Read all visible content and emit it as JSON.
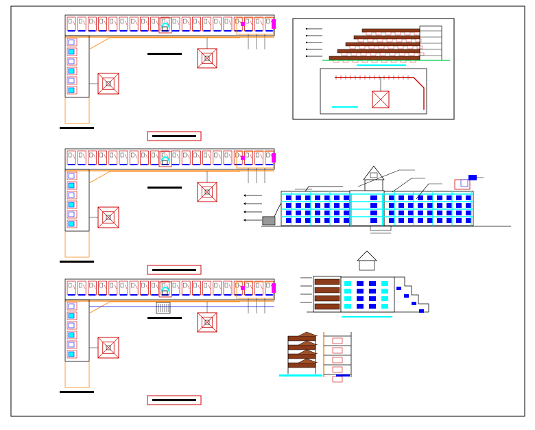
{
  "sheet": {
    "title": "",
    "colors": {
      "wall": "#000000",
      "room": "#cc0000",
      "window": "#0000ff",
      "glass": "#00ffff",
      "stair": "#ff7f00",
      "accent": "#ff00ff",
      "ground": "#00cc44",
      "slab": "#8b3a1a",
      "roof": "#a0522d",
      "paper": "#ffffff"
    }
  },
  "plans": [
    {
      "name": "plan-ground-floor",
      "label": "",
      "caption": "",
      "tag": ""
    },
    {
      "name": "plan-first-floor",
      "label": "",
      "caption": "",
      "tag": ""
    },
    {
      "name": "plan-second-floor",
      "label": "",
      "caption": "",
      "tag": ""
    }
  ],
  "views": [
    {
      "name": "key-plan-and-side-elevation",
      "label": ""
    },
    {
      "name": "front-elevation",
      "label": ""
    },
    {
      "name": "rear-elevation",
      "label": ""
    },
    {
      "name": "section-details",
      "label": ""
    }
  ]
}
